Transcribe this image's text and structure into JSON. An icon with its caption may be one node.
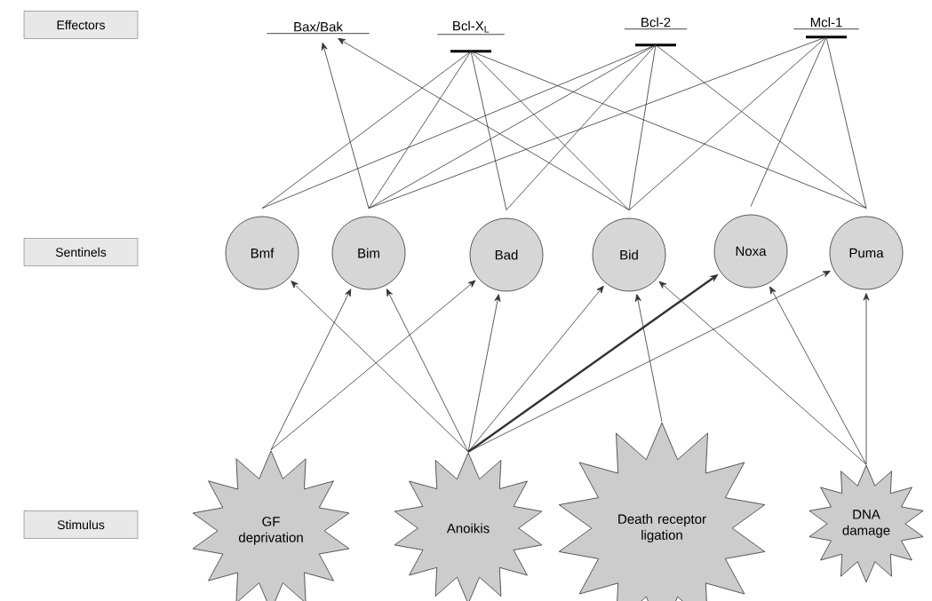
{
  "diagram": {
    "nodes": [
      {
        "text": [
          "Effectors"
        ]
      },
      {
        "text": [
          "Sentinels"
        ]
      },
      {
        "text": [
          "Stimulus"
        ]
      },
      {
        "text": [
          "Bax/Bak"
        ]
      },
      {
        "text": [
          "Bcl-X$_{L}$"
        ]
      },
      {
        "text": [
          "Bcl-2"
        ]
      },
      {
        "text": [
          "Mcl-1"
        ]
      },
      {
        "text": [
          "Bmf"
        ]
      },
      {
        "text": [
          "Bim"
        ]
      },
      {
        "text": [
          "Bad"
        ]
      },
      {
        "text": [
          "Bid"
        ]
      },
      {
        "text": [
          "Noxa"
        ]
      },
      {
        "text": [
          "Puma"
        ]
      },
      {
        "text": [
          "GF deprivation"
        ]
      },
      {
        "text": [
          "Anoikis"
        ]
      },
      {
        "text": [
          "Death receptor ligation"
        ]
      },
      {
        "text": [
          "DNA damage"
        ]
      }
    ],
    "edges": [
      {
        "from": 7,
        "to": 4,
        "arrow": "none"
      },
      {
        "from": 7,
        "to": 5,
        "arrow": "none"
      },
      {
        "from": 8,
        "to": 3,
        "arrow": "to"
      },
      {
        "from": 8,
        "to": 4,
        "arrow": "none"
      },
      {
        "from": 8,
        "to": 5,
        "arrow": "none"
      },
      {
        "from": 8,
        "to": 6,
        "arrow": "none"
      },
      {
        "from": 9,
        "to": 4,
        "arrow": "none"
      },
      {
        "from": 9,
        "to": 5,
        "arrow": "none"
      },
      {
        "from": 10,
        "to": 3,
        "arrow": "to"
      },
      {
        "from": 10,
        "to": 4,
        "arrow": "none"
      },
      {
        "from": 10,
        "to": 5,
        "arrow": "none"
      },
      {
        "from": 10,
        "to": 6,
        "arrow": "none"
      },
      {
        "from": 11,
        "to": 6,
        "arrow": "none"
      },
      {
        "from": 12,
        "to": 4,
        "arrow": "none"
      },
      {
        "from": 12,
        "to": 5,
        "arrow": "none"
      },
      {
        "from": 12,
        "to": 6,
        "arrow": "none"
      },
      {
        "from": 13,
        "to": 8,
        "arrow": "to"
      },
      {
        "from": 13,
        "to": 9,
        "arrow": "to"
      },
      {
        "from": 14,
        "to": 7,
        "arrow": "to"
      },
      {
        "from": 14,
        "to": 8,
        "arrow": "to"
      },
      {
        "from": 14,
        "to": 9,
        "arrow": "to"
      },
      {
        "from": 14,
        "to": 10,
        "arrow": "to"
      },
      {
        "from": 14,
        "to": 11,
        "arrow": "to",
        "style": "thick"
      },
      {
        "from": 14,
        "to": 12,
        "arrow": "to"
      },
      {
        "from": 15,
        "to": 10,
        "arrow": "to"
      },
      {
        "from": 16,
        "to": 10,
        "arrow": "to"
      },
      {
        "from": 16,
        "to": 11,
        "arrow": "to"
      },
      {
        "from": 16,
        "to": 12,
        "arrow": "to"
      }
    ]
  }
}
